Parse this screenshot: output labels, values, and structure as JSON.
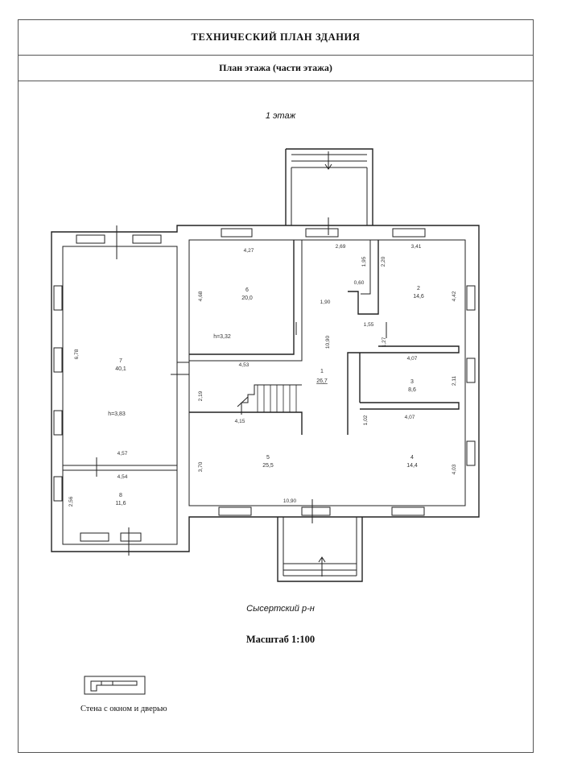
{
  "header": {
    "title": "ТЕХНИЧЕСКИЙ ПЛАН ЗДАНИЯ",
    "subtitle": "План этажа (части этажа)"
  },
  "plan": {
    "floor_label": "1 этаж",
    "rooms": [
      {
        "number": "1",
        "area": "26,7"
      },
      {
        "number": "2",
        "area": "14,6"
      },
      {
        "number": "3",
        "area": "8,6"
      },
      {
        "number": "4",
        "area": "14,4"
      },
      {
        "number": "5",
        "area": "25,5"
      },
      {
        "number": "6",
        "area": "20,0"
      },
      {
        "number": "7",
        "area": "40,1"
      },
      {
        "number": "8",
        "area": "11,6"
      }
    ],
    "heights": [
      "h=3,32",
      "h=3,83"
    ],
    "dimensions": [
      "4,27",
      "2,69",
      "3,41",
      "1,95",
      "2,20",
      "0,60",
      "4,68",
      "1,90",
      "4,42",
      "1,55",
      "10,90",
      "1,27",
      "4,07",
      "6,78",
      "4,53",
      "2,11",
      "2,19",
      "4,15",
      "1,02",
      "4,07",
      "4,57",
      "3,70",
      "4,03",
      "4,54",
      "2,56",
      "10,90"
    ]
  },
  "footer": {
    "region": "Сысертский р-н",
    "scale": "Масштаб  1:100",
    "legend": "Стена с окном и дверью"
  }
}
